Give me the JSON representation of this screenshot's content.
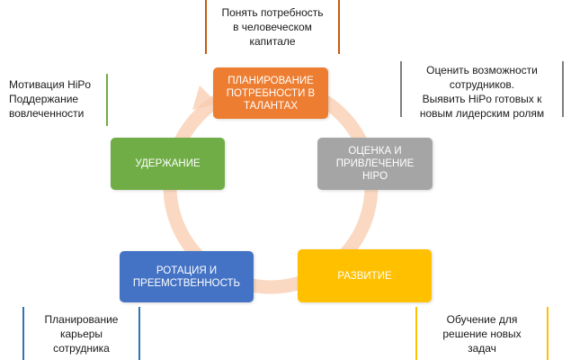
{
  "colors": {
    "planning": "#ed7d31",
    "assessment": "#a5a5a5",
    "development": "#ffc000",
    "rotation": "#4472c4",
    "retention": "#70ad47",
    "cycle_arrow": "#f8cbad"
  },
  "stages": {
    "planning": "ПЛАНИРОВАНИЕ ПОТРЕБНОСТИ В ТАЛАНТАХ",
    "assessment": "ОЦЕНКА И ПРИВЛЕЧЕНИЕ HIPO",
    "development": "РАЗВИТИЕ",
    "rotation": "РОТАЦИЯ И ПРЕЕМСТВЕННОСТЬ",
    "retention": "УДЕРЖАНИЕ"
  },
  "notes": {
    "top": [
      "Понять потребность",
      "в человеческом",
      "капитале"
    ],
    "right": [
      "Оценить возможности",
      "сотрудников.",
      "Выявить HiPo готовых к",
      "новым лидерским ролям"
    ],
    "left": [
      "Мотивация HiPo",
      "Поддержание",
      "вовлеченности"
    ],
    "bottom_left": [
      "Планирование",
      "карьеры",
      "сотрудника"
    ],
    "bottom_right": [
      "Обучение для",
      "решение новых",
      "задач"
    ]
  }
}
